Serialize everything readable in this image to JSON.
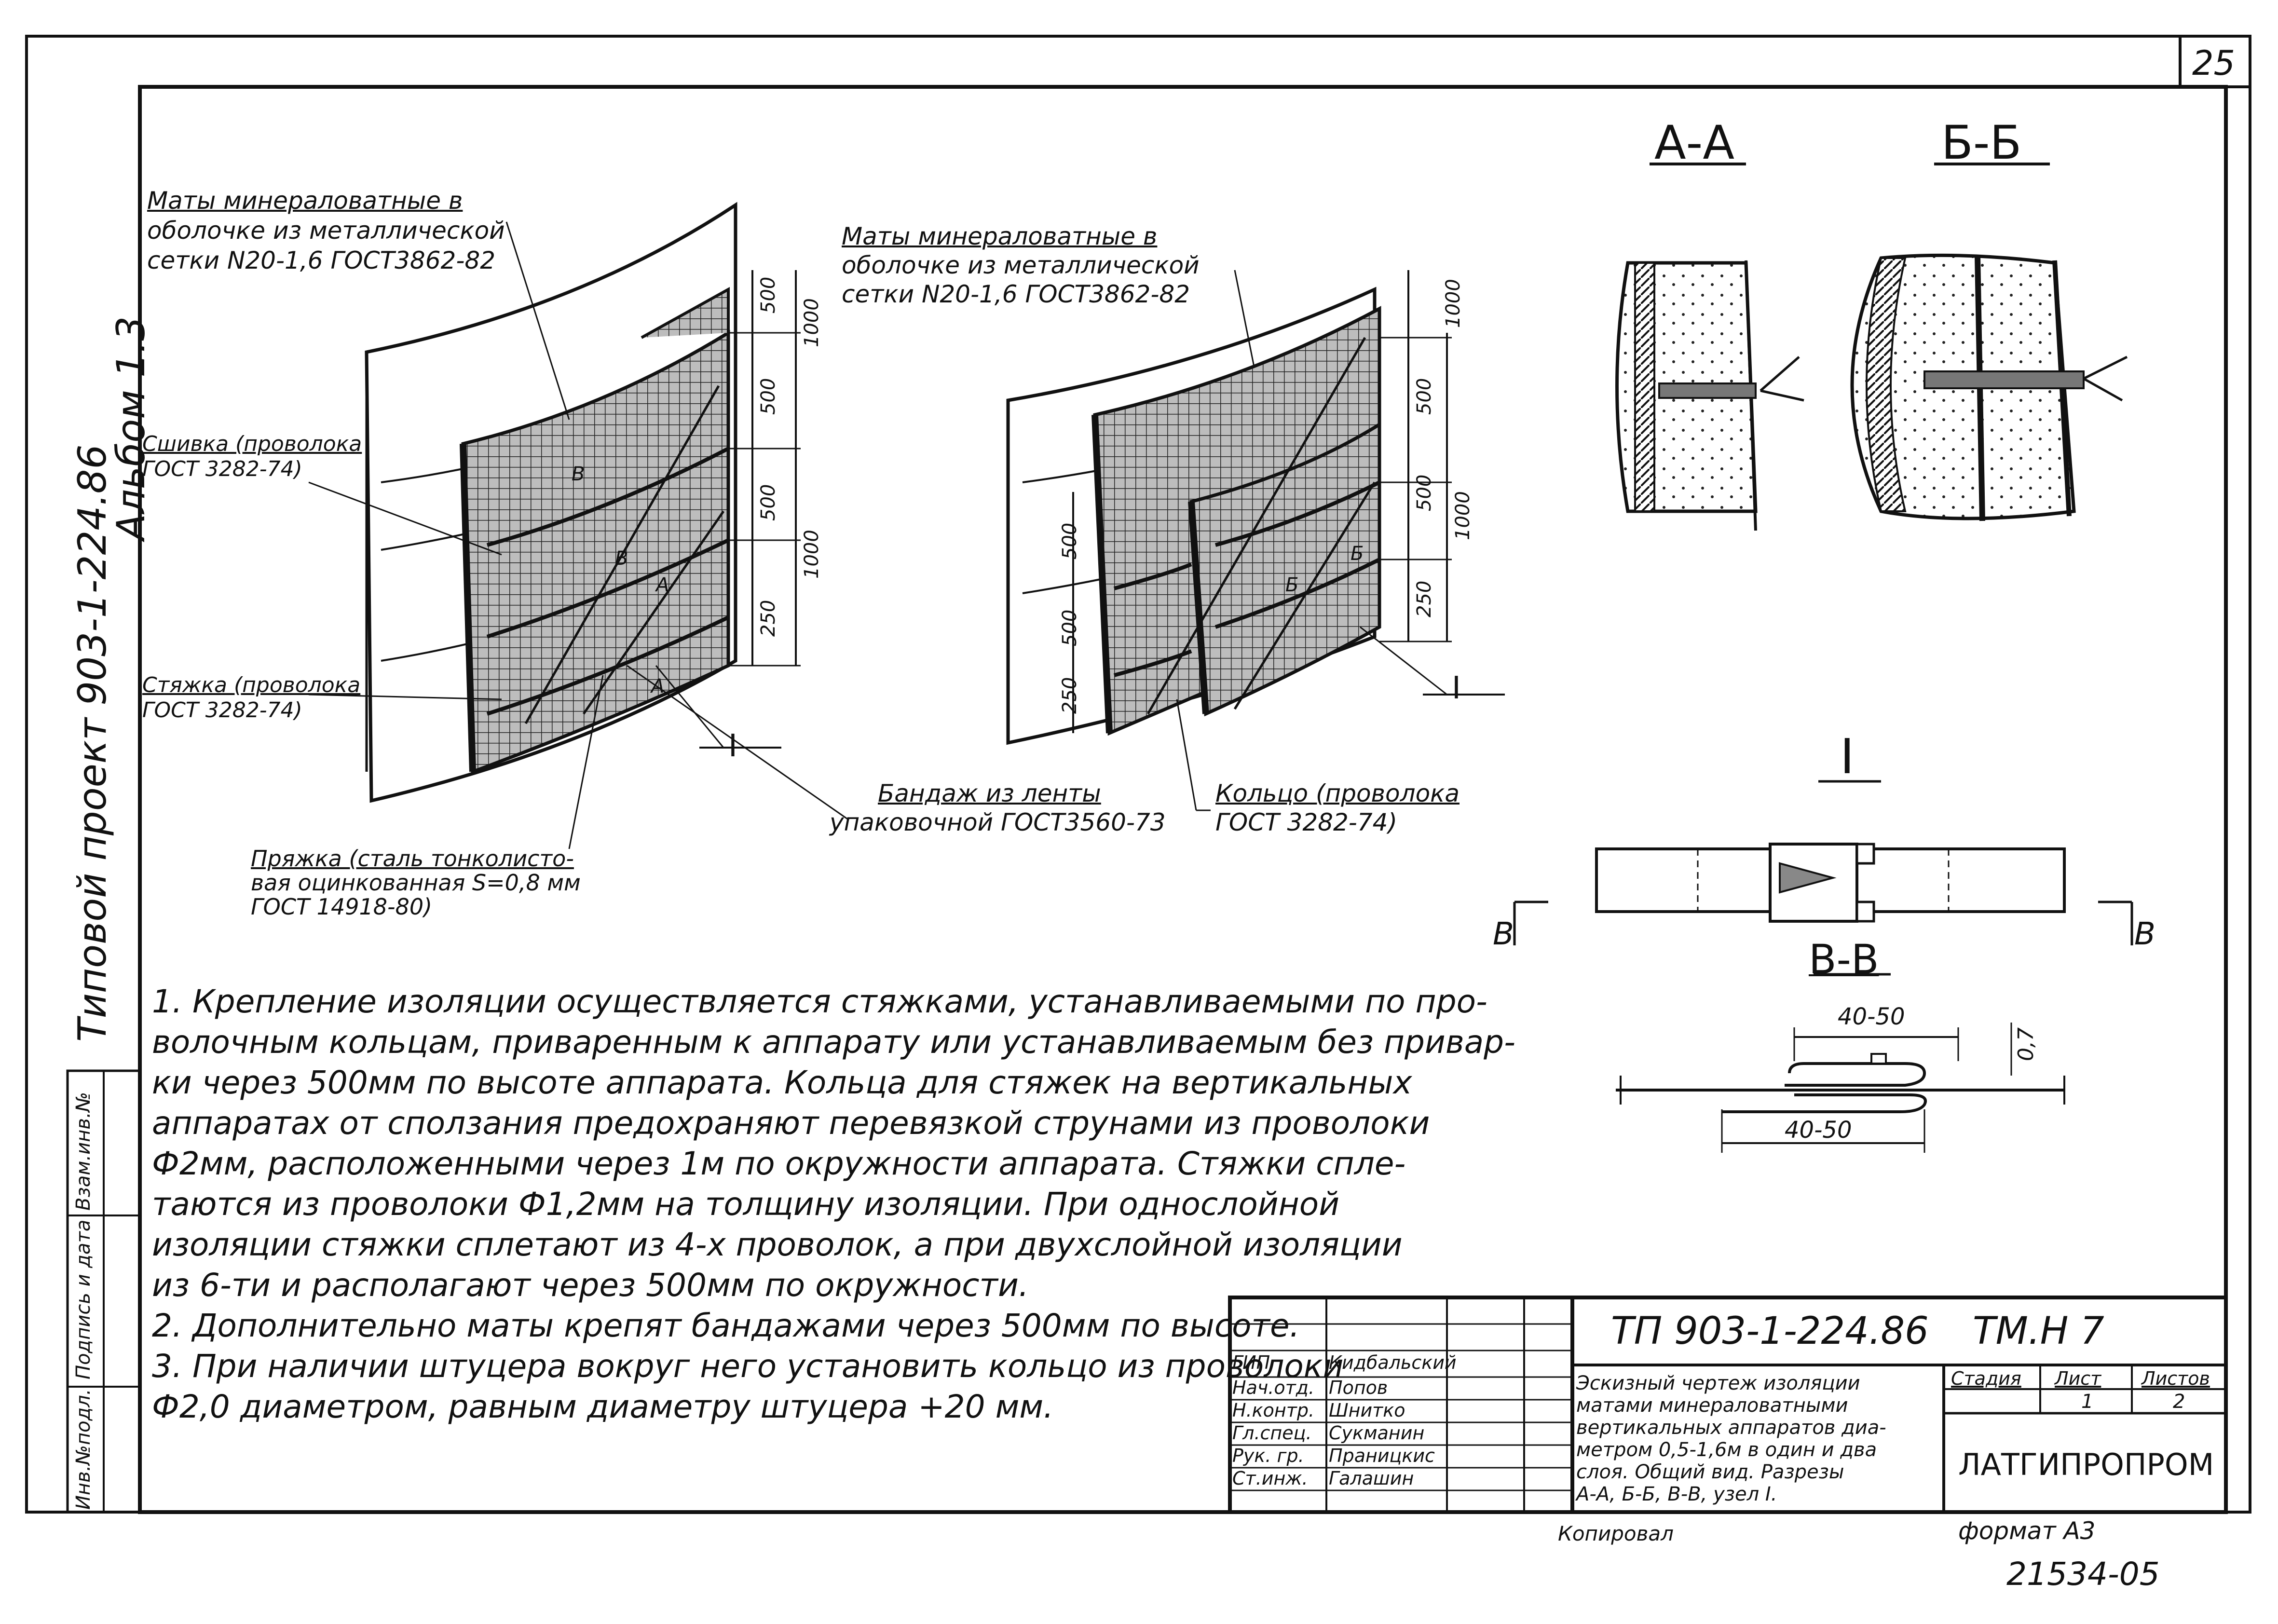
{
  "sheet": {
    "page_number": "25",
    "format": "формат А3",
    "archive_number": "21534-05",
    "copied_by": "Копировал"
  },
  "side": {
    "album": "Альбом 1.3",
    "project": "Типовой проект 903-1-224.86",
    "stamp_cells": [
      "Инв.№подл.",
      "Подпись и дата",
      "Взам.инв.№"
    ]
  },
  "sections": {
    "aa": "А-А",
    "bb": "Б-Б",
    "node1": "I",
    "vv": "В-В",
    "v_left": "В",
    "v_right": "В"
  },
  "left_view": {
    "mats": [
      "Маты минераловатные в",
      "оболочке из металлической",
      "сетки N20-1,6 ГОСТ3862-82"
    ],
    "stitching": [
      "Сшивка (проволока",
      "ГОСТ 3282-74)"
    ],
    "tie": [
      "Стяжка (проволока",
      "ГОСТ 3282-74)"
    ],
    "buckle": [
      "Пряжка (сталь тонколисто-",
      "вая оцинкованная S=0,8 мм",
      "ГОСТ 14918-80)"
    ],
    "dims": [
      "500",
      "1000",
      "500",
      "500",
      "1000",
      "250"
    ],
    "marks": [
      "В",
      "В",
      "А",
      "А"
    ],
    "node": "I"
  },
  "center_view": {
    "mats": [
      "Маты минераловатные в",
      "оболочке из металлической",
      "сетки N20-1,6 ГОСТ3862-82"
    ],
    "dims": [
      "1000",
      "500",
      "500",
      "1000",
      "250",
      "500",
      "500",
      "250"
    ],
    "marks": [
      "Б",
      "Б"
    ],
    "node": "I"
  },
  "callouts": {
    "band": [
      "Бандаж из ленты",
      "упаковочной ГОСТ3560-73"
    ],
    "ring": [
      "Кольцо (проволока",
      "ГОСТ 3282-74)"
    ]
  },
  "detail": {
    "dim_top": "40-50",
    "dim_bottom": "40-50",
    "thickness": "0,7"
  },
  "notes": [
    "1.  Крепление изоляции осуществляется стяжками, устанавливаемыми по про-",
    "     волочным кольцам, приваренным к аппарату или устанавливаемым без привар-",
    "     ки через 500мм по высоте аппарата. Кольца для стяжек на вертикальных",
    "     аппаратах от сползания предохраняют перевязкой струнами из проволоки",
    "     Ф2мм, расположенными через 1м по окружности аппарата. Стяжки спле-",
    "     таются из проволоки Ф1,2мм на толщину изоляции. При однослойной",
    "     изоляции стяжки сплетают из 4-х проволок, а при двухслойной изоляции",
    "     из 6-ти и располагают через 500мм по окружности.",
    "2.  Дополнительно маты крепят бандажами через 500мм по высоте.",
    "3.  При наличии штуцера вокруг него установить кольцо из проволоки",
    "     Ф2,0 диаметром, равным диаметру штуцера +20 мм."
  ],
  "title_block": {
    "doc_code": "ТП 903-1-224.86",
    "sheet_code": "ТМ.Н 7",
    "roles": [
      "ГИП",
      "Нач.отд.",
      "Н.контр.",
      "Гл.спец.",
      "Рук. гр.",
      "Ст.инж."
    ],
    "names": [
      "Кидбальский",
      "Попов",
      "Шнитко",
      "Сукманин",
      "Праницкис",
      "Галашин"
    ],
    "description": [
      "Эскизный чертеж изоляции",
      "матами минераловатными",
      "вертикальных аппаратов диа-",
      "метром 0,5-1,6м в один и два",
      "слоя. Общий вид. Разрезы",
      "А-А, Б-Б, В-В, узел I."
    ],
    "stage_header": "Стадия",
    "sheet_header": "Лист",
    "sheets_header": "Листов",
    "stage": "",
    "sheet": "1",
    "sheets": "2",
    "org": "ЛАТГИПРОПРОМ"
  }
}
